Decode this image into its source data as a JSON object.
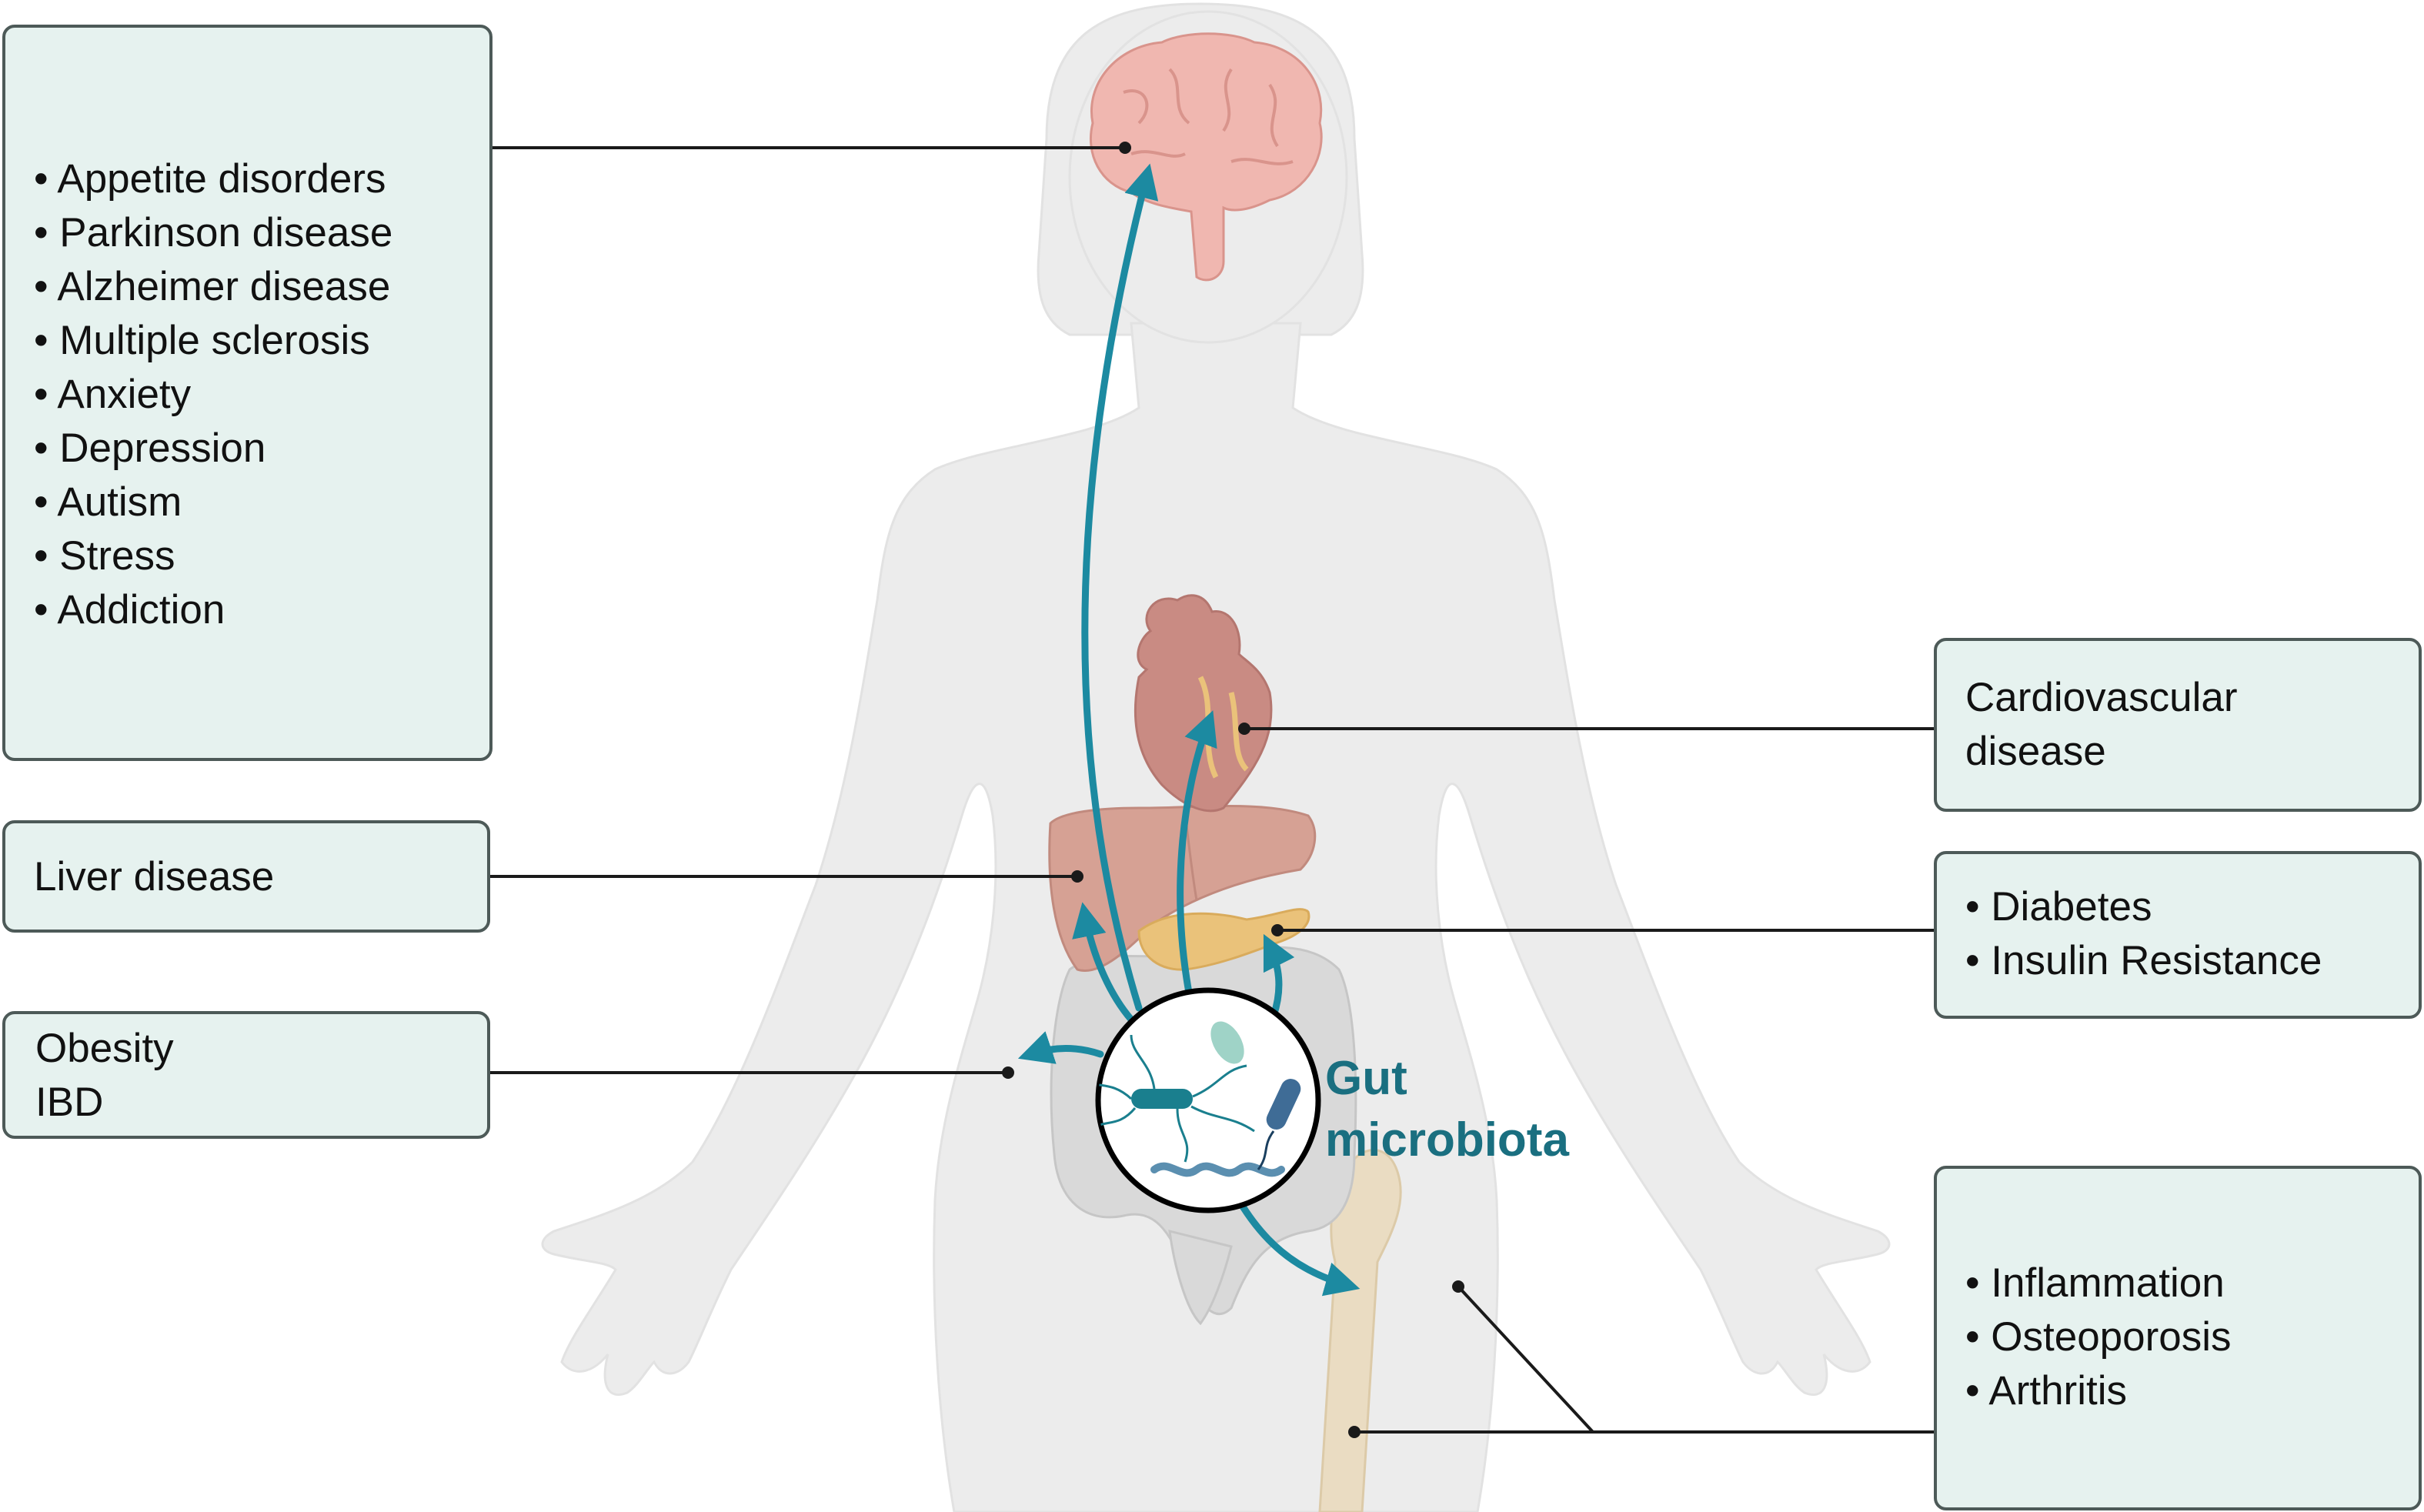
{
  "colors": {
    "box_fill": "#e6f2ef",
    "box_stroke": "#4d5a58",
    "arrow": "#1c8aa1",
    "gut_label": "#1a6f80",
    "silhouette": "#ececec",
    "organ": "#d9a39a",
    "bone": "#eadcc2",
    "pancreas": "#eac27a"
  },
  "boxes": {
    "brain": {
      "items": [
        "• Appetite disorders",
        "• Parkinson disease",
        "• Alzheimer disease",
        "• Multiple sclerosis",
        "• Anxiety",
        "• Depression",
        "• Autism",
        "• Stress",
        "• Addiction"
      ]
    },
    "liver": {
      "items": [
        "Liver disease"
      ]
    },
    "gut": {
      "items": [
        "Obesity",
        "IBD"
      ]
    },
    "heart": {
      "items": [
        "Cardiovascular",
        "disease"
      ]
    },
    "pancreas": {
      "items": [
        "• Diabetes",
        "• Insulin Resistance"
      ]
    },
    "bone": {
      "items": [
        "• Inflammation",
        "• Osteoporosis",
        "• Arthritis"
      ]
    }
  },
  "center": {
    "label_line1": "Gut",
    "label_line2": "microbiota"
  }
}
